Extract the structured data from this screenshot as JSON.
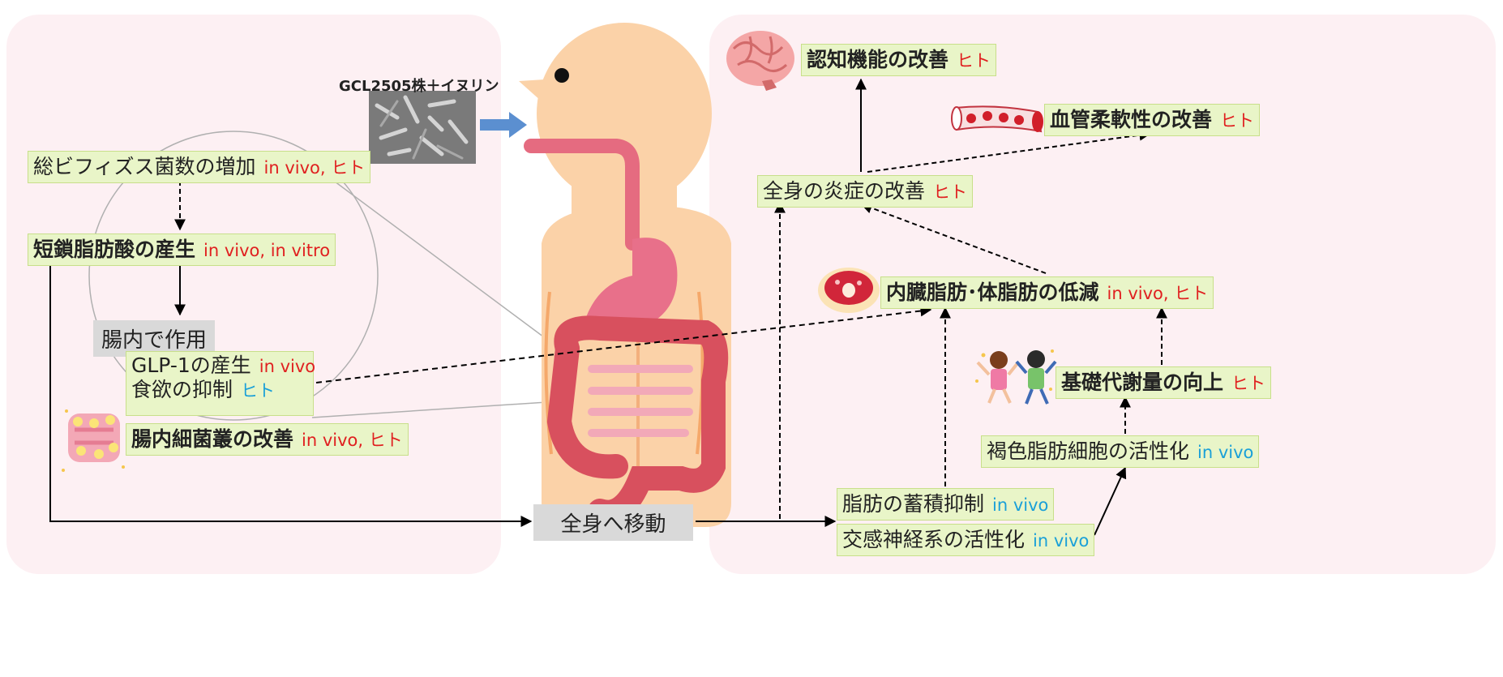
{
  "header_label": "GCL2505株＋イヌリン",
  "left_items": {
    "bifido": {
      "text": "総ビフィズス菌数の増加",
      "tag": "in vivo, ヒト"
    },
    "scfa": {
      "text": "短鎖脂肪酸の産生",
      "tag": "in vivo, in vitro"
    },
    "gut_action": "腸内で作用",
    "glp1": {
      "text": "GLP-1の産生",
      "tag": "in vivo"
    },
    "appetite": {
      "text": "食欲の抑制",
      "tag": "ヒト"
    },
    "flora": {
      "text": "腸内細菌叢の改善",
      "tag": "in vivo, ヒト"
    }
  },
  "center_label": "全身へ移動",
  "right_items": {
    "cognition": {
      "text": "認知機能の改善",
      "tag": "ヒト"
    },
    "vessel": {
      "text": "血管柔軟性の改善",
      "tag": "ヒト"
    },
    "inflammation": {
      "text": "全身の炎症の改善",
      "tag": "ヒト"
    },
    "visceral_fat": {
      "text": "内臓脂肪･体脂肪の低減",
      "tag": "in vivo, ヒト"
    },
    "basal_metabolism": {
      "text": "基礎代謝量の向上",
      "tag": "ヒト"
    },
    "brown_fat": {
      "text": "褐色脂肪細胞の活性化",
      "tag": "in vivo"
    },
    "fat_accum": {
      "text": "脂肪の蓄積抑制",
      "tag": "in vivo"
    },
    "sympathetic": {
      "text": "交感神経系の活性化",
      "tag": "in vivo"
    }
  },
  "colors": {
    "panel": "#fdf0f3",
    "box_fill": "#e9f5c8",
    "tag_red": "#e02020",
    "tag_blue": "#1aa0d8",
    "body_skin": "#fbd2a8",
    "gut": "#e56b80",
    "arrow_blue": "#5b8fd0"
  }
}
